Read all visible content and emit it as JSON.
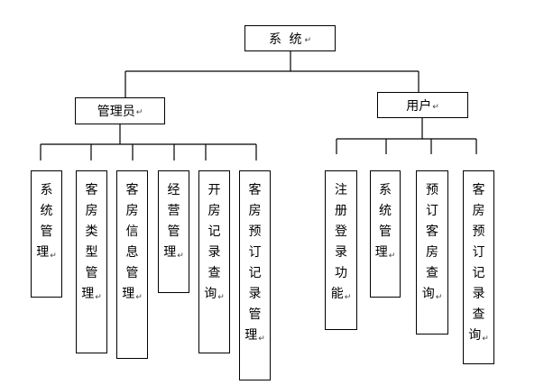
{
  "diagram": {
    "root": {
      "label": "系 统"
    },
    "groups": [
      {
        "label": "管理员",
        "children": [
          "系统管理",
          "客房类型管理",
          "客房信息管理",
          "经营管理",
          "开房记录查询",
          "客房预订记录管理"
        ]
      },
      {
        "label": "用户",
        "children": [
          "注册登录功能",
          "系统管理",
          "预订客房查询",
          "客房预订记录查询"
        ]
      }
    ],
    "paragraph_mark": "↵"
  }
}
